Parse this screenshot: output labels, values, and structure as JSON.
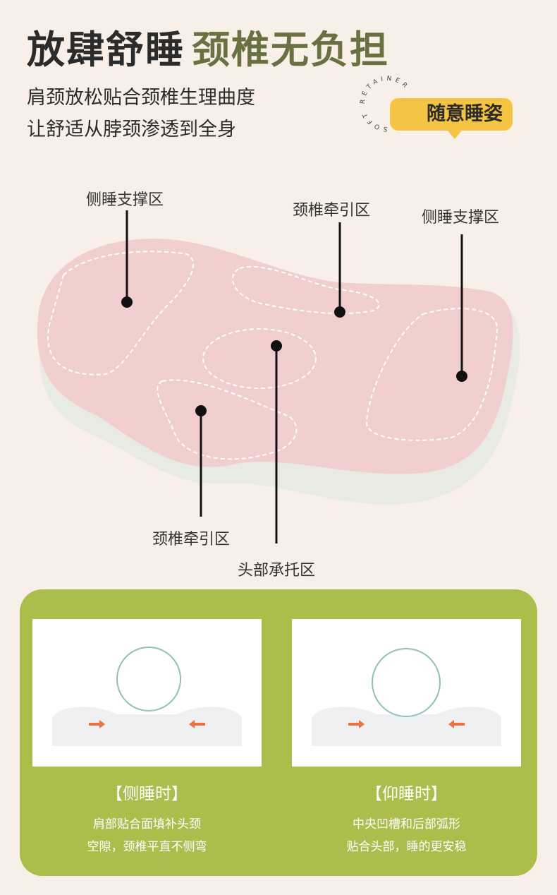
{
  "header": {
    "title_dark": "放肆舒睡",
    "title_green": "颈椎无负担",
    "subtitle_lines": [
      "肩颈放松贴合颈椎生理曲度",
      "让舒适从脖颈渗透到全身"
    ],
    "badge": "随意睡姿",
    "circle_text": "SOFT RETAINER"
  },
  "zones": {
    "left_side": "侧睡支撑区",
    "top_neck": "颈椎牵引区",
    "right_side": "侧睡支撑区",
    "bottom_neck": "颈椎牵引区",
    "head": "头部承托区"
  },
  "panels": [
    {
      "title": "【侧睡时】",
      "lines": [
        "肩部贴合面填补头颈",
        "空隙，颈椎平直不侧弯"
      ]
    },
    {
      "title": "【仰睡时】",
      "lines": [
        "中央凹槽和后部弧形",
        "贴合头部，睡的更安稳"
      ]
    }
  ],
  "colors": {
    "background": "#f8f0e8",
    "accent_green": "#abbd4a",
    "title_green": "#6a7140",
    "badge_yellow": "#f4c542",
    "pillow_pink": "#f2cfcf"
  }
}
